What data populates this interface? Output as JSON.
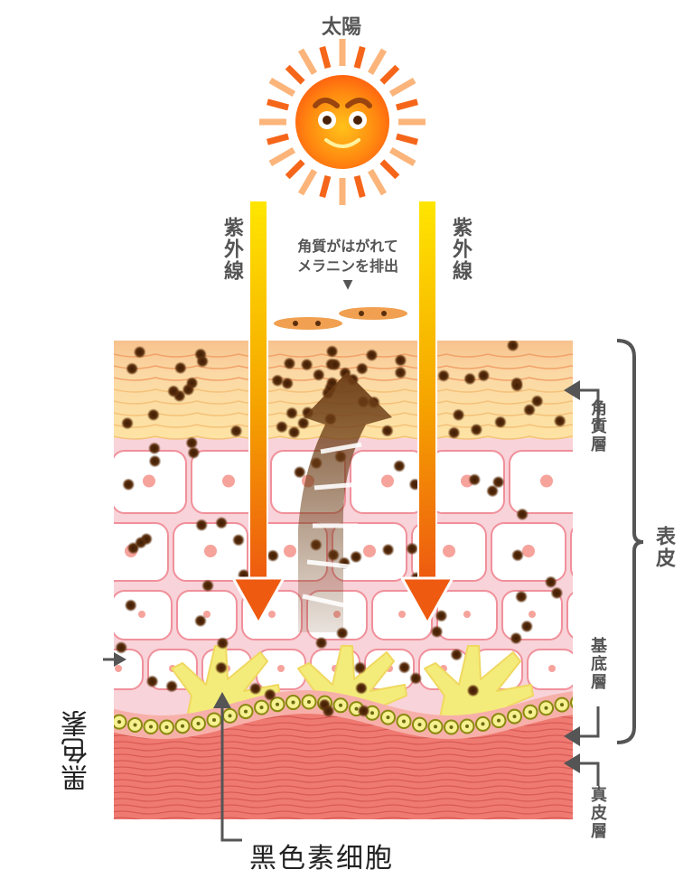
{
  "diagram": {
    "sun": {
      "label": "太陽",
      "icon": "smiling-sun-icon"
    },
    "uv_rays": [
      {
        "label": "紫外線",
        "side": "left"
      },
      {
        "label": "紫外線",
        "side": "right"
      }
    ],
    "peel_note": {
      "line1": "角質がはがれて",
      "line2": "メラニンを排出",
      "marker": "▼"
    },
    "layers": {
      "stratum_corneum": "角質層",
      "epidermis": "表皮",
      "basal_layer": "基底層",
      "dermis": "真皮層"
    },
    "annotations": {
      "melanin": "黑色素",
      "melanocyte": "黑色素细胞"
    },
    "colors": {
      "uv_gradient_top": "#ffe600",
      "uv_gradient_bottom": "#ee5a10",
      "stratum_top": "#f6c38f",
      "stratum_bottom": "#fbe0a2",
      "cell_bg": "#f9d5da",
      "cell_border": "#f0909a",
      "melanin_dot": "#5a2e0c",
      "melanocyte": "#f4ec7a",
      "dermis": "#ef7a72",
      "label_gray": "#555555"
    }
  }
}
